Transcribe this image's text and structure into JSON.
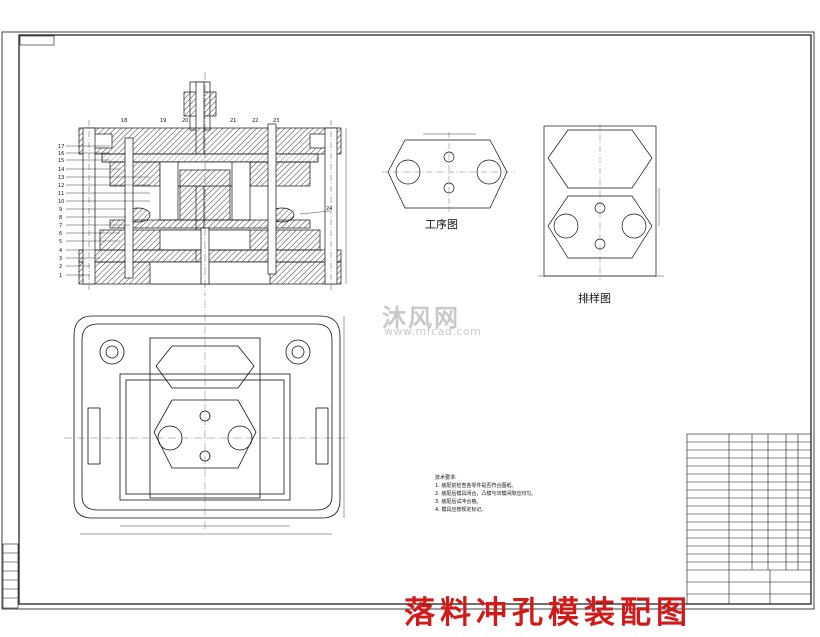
{
  "drawing": {
    "caption": "落料冲孔模装配图",
    "watermark": {
      "text": "沐风网",
      "url": "www.mfcad.com"
    },
    "views": {
      "process_title": "工序图",
      "layout_title": "排样图"
    },
    "part_numbers_left": [
      "17",
      "16",
      "15",
      "14",
      "13",
      "12",
      "11",
      "10",
      "9",
      "8",
      "7",
      "6",
      "5",
      "4",
      "3",
      "2",
      "1"
    ],
    "part_numbers_top": [
      "18",
      "19",
      "20",
      "21",
      "22",
      "23"
    ],
    "part_numbers_right": [
      "24"
    ],
    "tech_notes_title": "技术要求:",
    "tech_notes": [
      "1. 装配前检查各零件是否符合图纸。",
      "2. 装配后模具闭合，凸模与凹模间隙应均匀。",
      "3. 装配后试冲合格。",
      "4. 模具应按规定标记。"
    ]
  },
  "colors": {
    "line": "#111111",
    "hatch": "#222222",
    "center": "#555555",
    "caption": "#d11a1a",
    "watermark": "#c9c9c9"
  }
}
